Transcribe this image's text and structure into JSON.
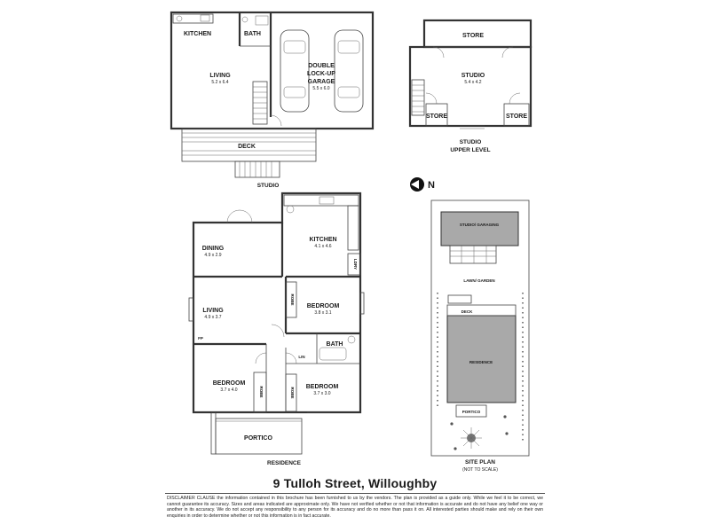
{
  "studio": {
    "kitchen": "KITCHEN",
    "bath": "BATH",
    "living": "LIVING",
    "living_dim": "5.2 x 6.4",
    "garage_line1": "DOUBLE",
    "garage_line2": "LOCK-UP",
    "garage_line3": "GARAGE",
    "garage_dim": "5.5 x 6.0",
    "deck": "DECK",
    "caption": "STUDIO"
  },
  "studio_upper": {
    "store_top": "STORE",
    "studio": "STUDIO",
    "studio_dim": "5.4 x 4.2",
    "store_left": "STORE",
    "store_right": "STORE",
    "caption_line1": "STUDIO",
    "caption_line2": "UPPER LEVEL"
  },
  "compass": {
    "letter": "N"
  },
  "residence": {
    "dining": "DINING",
    "dining_dim": "4.9 x 2.9",
    "kitchen": "KITCHEN",
    "kitchen_dim": "4.1 x 4.6",
    "laundry": "LDRY",
    "living": "LIVING",
    "living_dim": "4.9 x 3.7",
    "bedroom1": "BEDROOM",
    "bedroom1_dim": "3.8 x 3.1",
    "robe1": "ROBE",
    "bath": "BATH",
    "linen": "LIN",
    "fp": "FP",
    "bedroom2": "BEDROOM",
    "bedroom2_dim": "3.7 x 4.0",
    "robe2": "ROBE",
    "bedroom3": "BEDROOM",
    "bedroom3_dim": "3.7 x 3.0",
    "robe3": "ROBE",
    "portico": "PORTICO",
    "caption": "RESIDENCE"
  },
  "site": {
    "studio_garaging": "STUDIO/ GARAGING",
    "lawn": "LAWN/ GARDEN",
    "deck": "DECK",
    "residence": "RESIDENCE",
    "portico": "PORTICO",
    "caption_line1": "SITE PLAN",
    "caption_line2": "(NOT TO SCALE)"
  },
  "footer": {
    "address": "9 Tulloh Street, Willoughby",
    "disclaimer": "DISCLAIMER CLAUSE the information contained in this brochure has been furnished to us by the vendors. The plan is provided as a guide only. While we feel it to be correct, we cannot guarantee its accuracy. Sizes and areas indicated are approximate only. We have not verified whether or not that information is accurate and do not have any belief one way or another in its accuracy. We do not accept any responsibility to any person for its accuracy and do no more than pass it on. All interested parties should make and rely on their own enquiries in order to determine whether or not this information is in fact accurate."
  },
  "colors": {
    "wall": "#333333",
    "shade": "#a9a9a9",
    "line": "#444444"
  }
}
